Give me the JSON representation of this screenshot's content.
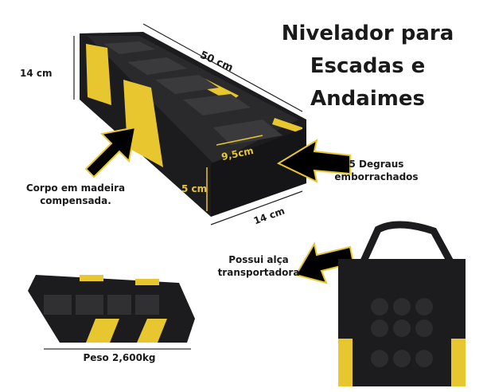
{
  "title": {
    "line1": "Nivelador para",
    "line2": "Escadas e",
    "line3": "Andaimes"
  },
  "dimensions": {
    "length": "50 cm",
    "height_end": "14 cm",
    "step_depth": "9,5cm",
    "step_height": "5 cm",
    "width": "14 cm"
  },
  "callouts": {
    "steps_line1": "5 Degraus",
    "steps_line2": "emborrachados",
    "body_line1": "Corpo em madeira",
    "body_line2": "compensada.",
    "handle_line1": "Possui alça",
    "handle_line2": "transportadora",
    "weight": "Peso 2,600kg"
  },
  "colors": {
    "yellow": "#e8c630",
    "black": "#1c1c1e"
  }
}
